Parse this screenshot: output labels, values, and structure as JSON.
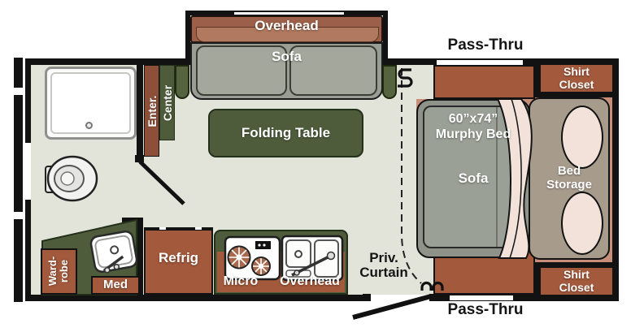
{
  "title": "Travel trailer floor plan",
  "colors": {
    "wall": "#121212",
    "floor": "#e2e4da",
    "bedroom_floor": "#c78f7a",
    "cabinet": "#a3593c",
    "cabinet_dark": "#8d4f37",
    "overhead": "#9c604a",
    "overhead_light": "#b1795f",
    "green": "#4e5c3b",
    "green_arm": "#55633f",
    "sofa": "#999d93",
    "cushion": "#a4a89c",
    "bed": "#8e9288",
    "mattress": "#9ba096",
    "taupe": "#a79b8c",
    "pillow": "#f2e2da"
  },
  "labels": {
    "slide_overhead": "Overhead",
    "slide_sofa": "Sofa",
    "folding_table": "Folding Table",
    "entertainment_center": {
      "line1": "Enter.",
      "line2": "Center"
    },
    "pass_thru_top": "Pass-Thru",
    "pass_thru_bottom": "Pass-Thru",
    "shirt_closet_top": {
      "line1": "Shirt",
      "line2": "Closet"
    },
    "shirt_closet_bottom": {
      "line1": "Shirt",
      "line2": "Closet"
    },
    "murphy_bed_size": "60”x74”",
    "murphy_bed_name": "Murphy Bed",
    "murphy_bed_sofa": "Sofa",
    "bed_storage": {
      "line1": "Bed",
      "line2": "Storage"
    },
    "privacy_curtain": {
      "line1": "Priv.",
      "line2": "Curtain"
    },
    "refrigerator": "Refrig",
    "microwave": "Micro",
    "kitchen_overhead": "Overhead",
    "medicine_cabinet": "Med",
    "wardrobe": {
      "line1": "Ward-",
      "line2": "robe"
    }
  },
  "icons": [
    "shower-icon",
    "toilet-icon",
    "vanity-sink-icon",
    "cooktop-icon",
    "double-sink-icon",
    "pillow-icon",
    "blanket-icon",
    "curtain-track-icon",
    "door-swing-icon",
    "window-gap-icon"
  ]
}
